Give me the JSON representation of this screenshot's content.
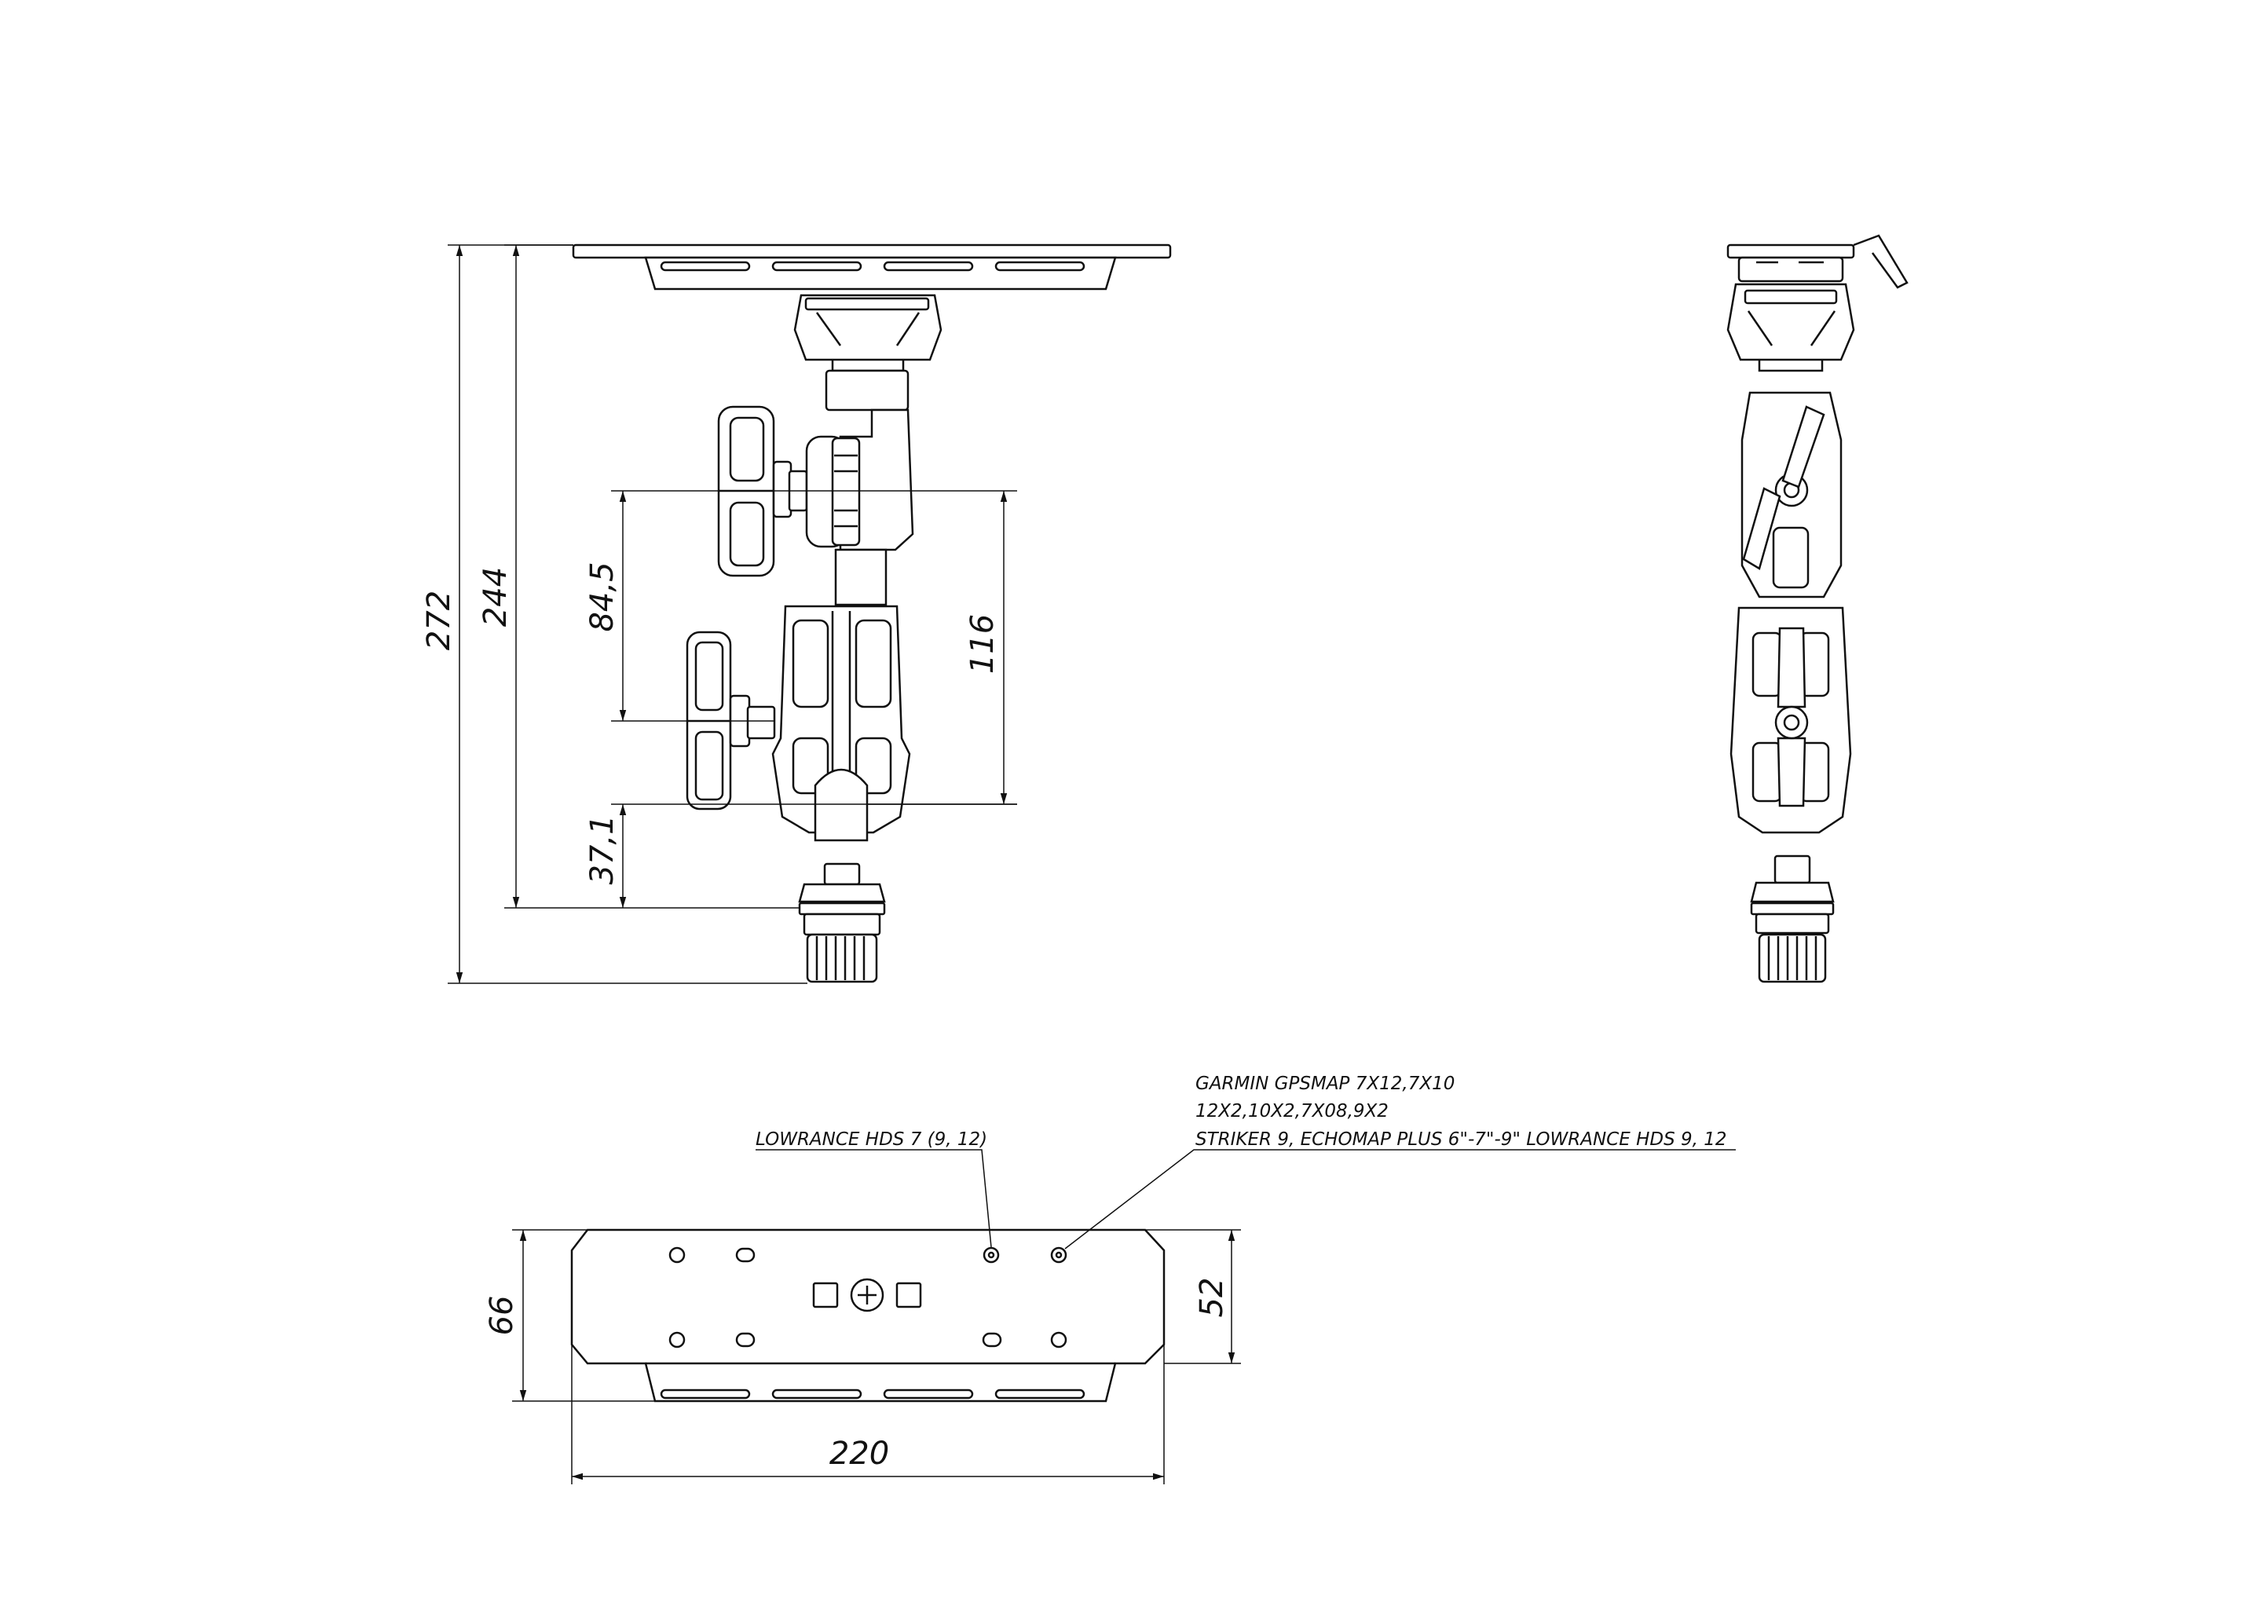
{
  "front_view": {
    "dimensions": {
      "overall_height": "272",
      "mount_height": "244",
      "arm_span": "84,5",
      "knob_span": "116",
      "base_offset": "37,1"
    }
  },
  "side_view": {},
  "plate_view": {
    "dimensions": {
      "plate_length": "220",
      "plate_width": "66",
      "inner_width": "52"
    },
    "callouts": {
      "lowrance_small": "LOWRANCE HDS 7 (9, 12)",
      "garmin_line1": "GARMIN GPSMAP 7X12,7X10",
      "garmin_line2": "12X2,10X2,7X08,9X2",
      "garmin_line3": "STRIKER 9, ECHOMAP PLUS 6\"-7\"-9\" LOWRANCE HDS 9, 12"
    }
  }
}
